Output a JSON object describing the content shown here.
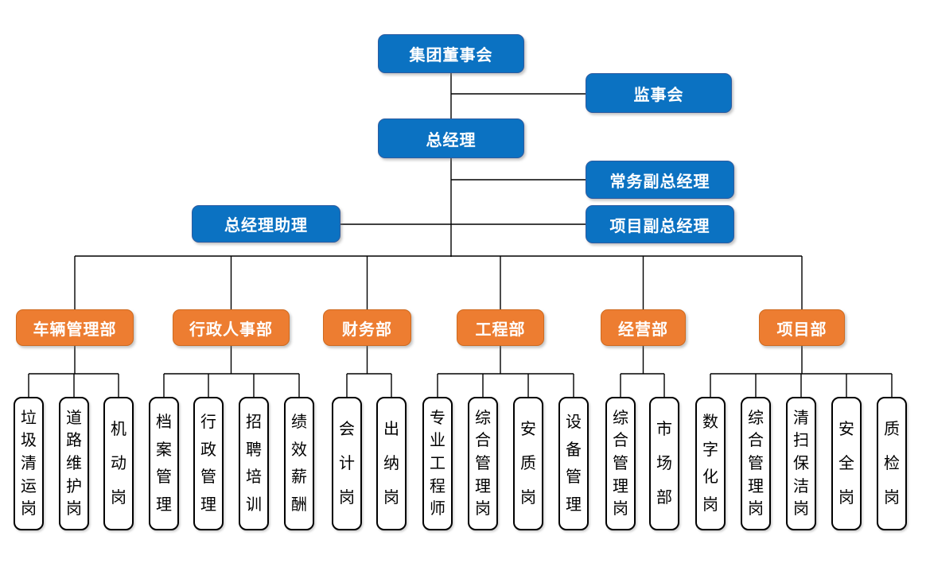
{
  "org": {
    "executive": {
      "board": "集团董事会",
      "supervisory": "监事会",
      "general_manager": "总经理",
      "executive_deputy_gm": "常务副总经理",
      "gm_assistant": "总经理助理",
      "project_deputy_gm": "项目副总经理"
    },
    "departments": [
      {
        "label": "车辆管理部",
        "positions": [
          "垃圾清运岗",
          "道路维护岗",
          "机动岗"
        ]
      },
      {
        "label": "行政人事部",
        "positions": [
          "档案管理",
          "行政管理",
          "招聘培训",
          "绩效薪酬"
        ]
      },
      {
        "label": "财务部",
        "positions": [
          "会计岗",
          "出纳岗"
        ]
      },
      {
        "label": "工程部",
        "positions": [
          "专业工程师",
          "综合管理岗",
          "安质岗",
          "设备管理"
        ]
      },
      {
        "label": "经营部",
        "positions": [
          "综合管理岗",
          "市场部"
        ]
      },
      {
        "label": "项目部",
        "positions": [
          "数字化岗",
          "综合管理岗",
          "清扫保洁岗",
          "安全岗",
          "质检岗"
        ]
      }
    ],
    "colors": {
      "executive_fill": "#0B72C2",
      "executive_border": "#2E5B9F",
      "department_fill": "#ED7D31",
      "department_border": "#CE6A1F",
      "position_fill": "#FFFFFF",
      "position_border": "#000000",
      "connector": "#000000",
      "text_on_color": "#FFFFFF",
      "text_on_white": "#000000"
    }
  }
}
